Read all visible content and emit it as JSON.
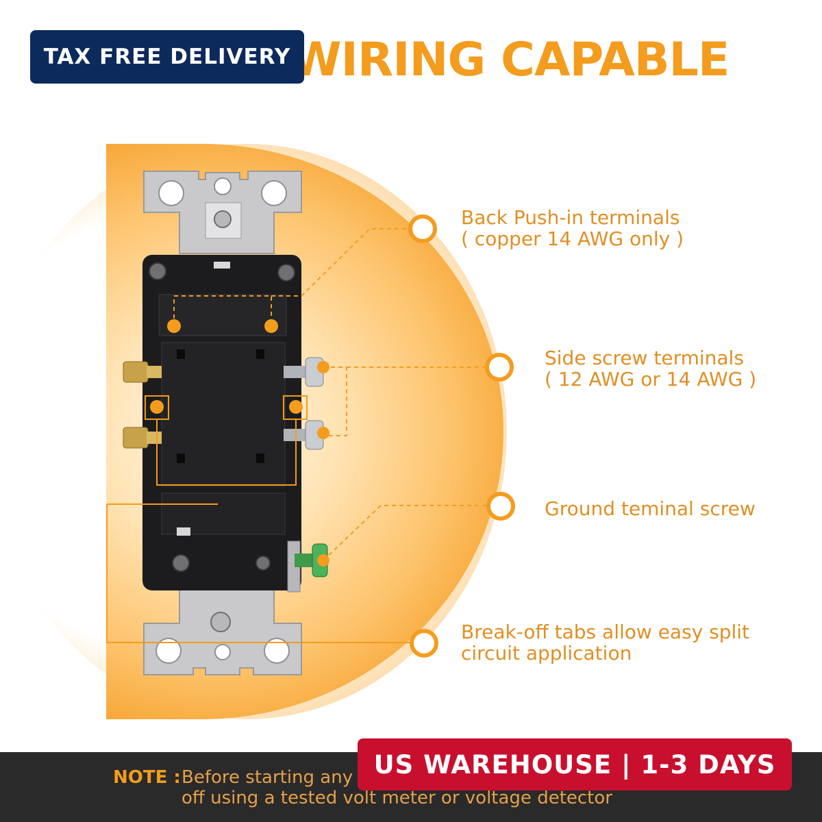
{
  "headline": "DE WIRING CAPABLE",
  "badges": {
    "tax": "TAX FREE DELIVERY",
    "warehouse": "US WAREHOUSE | 1-3 DAYS"
  },
  "callouts": {
    "back_push": {
      "line1": "Back Push-in terminals",
      "line2": "( copper 14 AWG only )"
    },
    "side_screw": {
      "line1": "Side screw terminals",
      "line2": "( 12 AWG or 14 AWG )"
    },
    "ground": {
      "line1": "Ground teminal screw"
    },
    "break_off": {
      "line1": "Break-off tabs allow easy split",
      "line2": "circuit application"
    }
  },
  "note": {
    "label": "NOTE :",
    "line1": "Before starting any w",
    "line2": "off using a tested volt meter or voltage detector"
  },
  "colors": {
    "accent": "#f39c1e",
    "badge_blue": "#0d2a5c",
    "badge_red": "#c8102e",
    "bar": "#2a2a2a"
  }
}
